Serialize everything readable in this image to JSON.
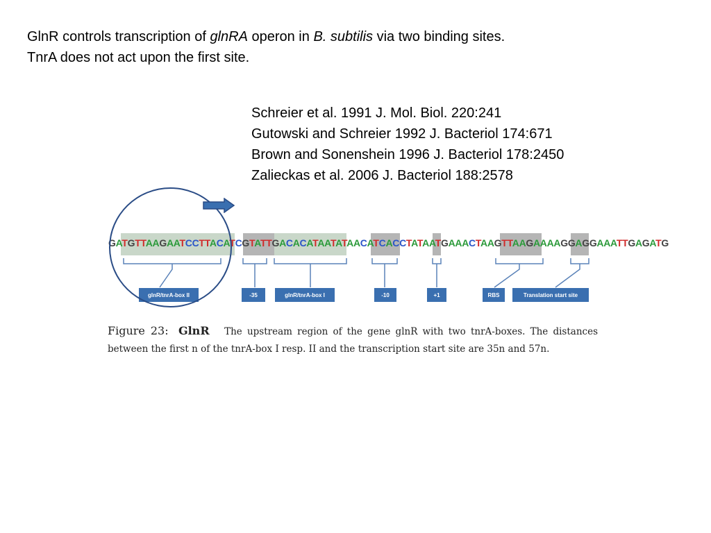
{
  "title": {
    "line1_part1": "GlnR controls transcription of ",
    "line1_italic1": "glnRA",
    "line1_part2": " operon in ",
    "line1_italic2": "B. subtilis",
    "line1_part3": " via two binding sites.",
    "line2": "TnrA does not act upon the first site."
  },
  "references": [
    "Schreier et al. 1991 J. Mol. Biol. 220:241",
    "Gutowski and Schreier 1992 J. Bacteriol 174:671",
    "Brown and Sonenshein 1996 J. Bacteriol 178:2450",
    "Zalieckas et al. 2006 J. Bacteriol 188:2578"
  ],
  "figure": {
    "sequence": "GATGTTAAGAATCCTTACATCGTATTGACACATAATATAACATCACCTATAATGAAACTAAGTTAAGAAAAGGAGGAAATTGAGATG",
    "labels": {
      "box2": "glnR/tnrA-box II",
      "minus35": "-35",
      "box1": "glnR/tnrA-box I",
      "minus10": "-10",
      "plus1": "+1",
      "rbs": "RBS",
      "start": "Translation start site"
    },
    "colors": {
      "A": "#2b9a3a",
      "T": "#d02b2b",
      "G": "#444444",
      "C": "#2a55c8",
      "label_box": "#3a6fb0",
      "circle": "#2a4c86",
      "arrow": "#3a6fb0"
    }
  },
  "caption": {
    "figure_label": "Figure 23:",
    "figure_name": "GlnR",
    "text": "The upstream region of the gene glnR with two tnrA-boxes. The distances between the first n of the tnrA-box I resp. II and the transcription start site are 35n and 57n."
  }
}
